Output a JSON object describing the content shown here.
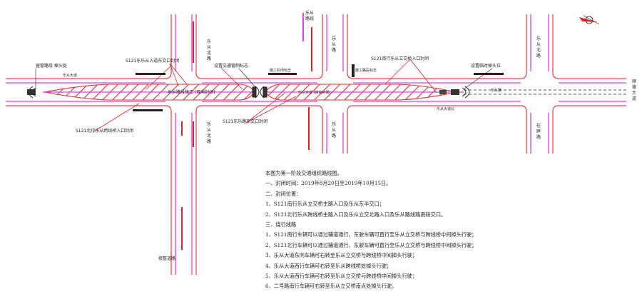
{
  "colors": {
    "road": "#e8484f",
    "hatch": "#e03030",
    "magenta": "#e040e0",
    "red": "#e0202a",
    "line": "#222222"
  },
  "labels": {
    "left_road": "乐从大道北",
    "lane_label": "乐从大道",
    "left_end": "留管路段 掉头处",
    "s121_top_left": "S121东乐从入道东交口封闭",
    "zone_left": "乐从路段施工 (双向封闭)",
    "zone_right": "乐从大道 (双向封闭)",
    "center_node": "设置交通管制标志",
    "center_small": "施工封闭标志",
    "s121_top_right": "S121南行乐从立交桥入口封闭",
    "right_node": "设置临时掉头位",
    "right_small": "施工路段标志",
    "s121_bottom_left": "S121北行乐从跨线桥入口封闭",
    "s121_bottom_mid": "S121东乐路东交口封闭",
    "top_node": "乐从\n路线",
    "bottom_left_node": "修整道路",
    "right_road_top": "乐从北路",
    "right_road_bottom": "桂畔路",
    "far_right": "顺德大道",
    "road_center": "乐从路",
    "road_left_v": "乐从北路",
    "road_mid_v": "乐从路",
    "bottom_lane": "乐从大道北",
    "small_box_left": "",
    "small_box_right": ""
  },
  "notes": {
    "title": "本图为第一阶段交通组织路线图。",
    "items": [
      "一、封闭时间：2019年8月20日至2019年10月15日。",
      "二、封闭位置：",
      "1、S121南行乐从立交桥主路入口及乐从东半交口；",
      "2、S121北行乐从跨线桥主路入口及乐从立交北路入口及乐从路线路南段交口。",
      "三、绕行线路",
      "1、S121南行车辆可以通过辅道通行，东驶车辆可直行至乐从立交桥与跨线桥中间掉头行驶；",
      "2、S121北行车辆可以通过辅道通行，东驶车辆可直行至乐从立交桥与跨线桥中间掉头行驶；",
      "3、乐从大道东向车辆可右转至乐从立交桥与跨线桥中间掉头行驶；",
      "4、乐从大道西行车辆可右转至乐从跨线桥处掉头行驶；",
      "5、乐从大道西行车辆可右转至乐从立交桥与跨线桥中间掉头行驶；",
      "6、二号路南行车辆可右转至乐从立交桥南点处掉头行驶。"
    ]
  }
}
